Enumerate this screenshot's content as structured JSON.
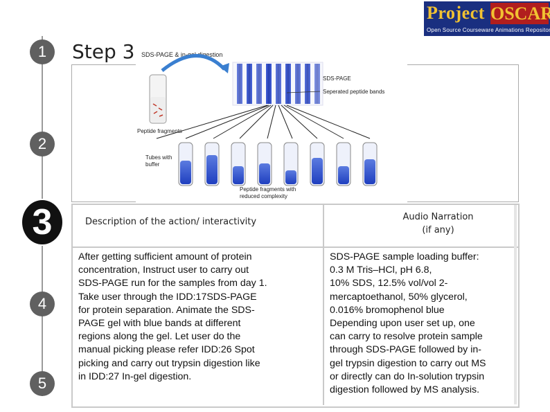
{
  "logo": {
    "word1": "Project",
    "word2": "OSCAR",
    "tagline": "Open Source Courseware Animations Repository"
  },
  "steps": [
    "1",
    "2",
    "3",
    "4",
    "5"
  ],
  "active_step": "3",
  "heading": "Step 3",
  "figure": {
    "title": "SDS-PAGE & in-gel digestion",
    "gel_label": "SDS-PAGE",
    "bands_label": "Seperated peptide bands",
    "fragments_label": "Peptide fragments",
    "tubes_label_1": "Tubes with",
    "tubes_label_2": "buffer",
    "reduced_label_1": "Peptide fragments with",
    "reduced_label_2": "reduced complexity"
  },
  "table": {
    "header_left": "Description of the action/ interactivity",
    "header_right_line1": "Audio Narration",
    "header_right_line2": "(if any)",
    "left_lines": [
      "After getting sufficient amount of protein",
      "concentration, Instruct user to carry out",
      "SDS-PAGE run for the samples from day 1.",
      "Take user through the IDD:17SDS-PAGE",
      "for protein separation. Animate the  SDS-",
      "PAGE gel with blue bands at different",
      "regions along the gel. Let user do the",
      "manual picking please refer IDD:26 Spot",
      "picking and carry out trypsin digestion like",
      "in IDD:27 In-gel digestion."
    ],
    "right_lines": [
      "SDS-PAGE sample loading buffer:",
      "0.3 M Tris–HCl, pH 6.8,",
      "10% SDS, 12.5% vol/vol 2-",
      "mercaptoethanol, 50% glycerol,",
      "0.016% bromophenol blue",
      "Depending upon user set up, one",
      "can carry to resolve protein sample",
      "through SDS-PAGE followed by in-",
      "gel trypsin digestion to carry out MS",
      "or directly can do In-solution trypsin",
      "digestion followed by MS analysis."
    ]
  }
}
